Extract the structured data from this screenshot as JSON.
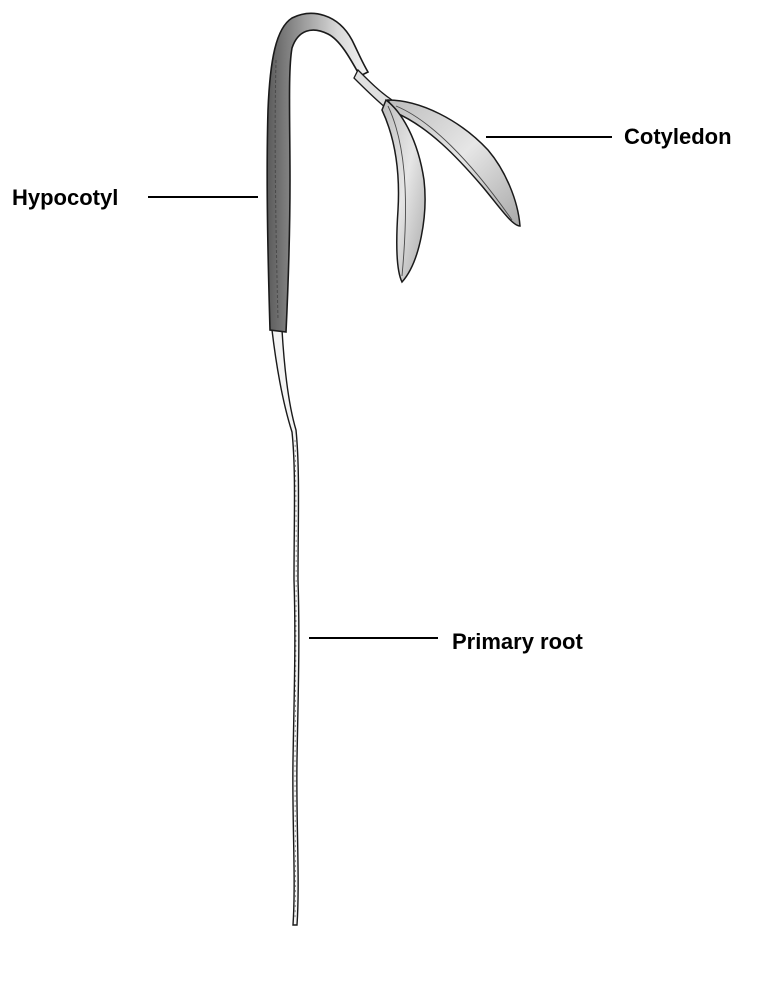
{
  "labels": {
    "hypocotyl": "Hypocotyl",
    "cotyledon": "Cotyledon",
    "primary_root": "Primary root"
  },
  "colors": {
    "ink": "#1a1a1a",
    "hypocotyl_shade": "#8c8c8c",
    "cotyledon_fill": "#d9d9d9",
    "root_fill": "#f2f2f2"
  }
}
